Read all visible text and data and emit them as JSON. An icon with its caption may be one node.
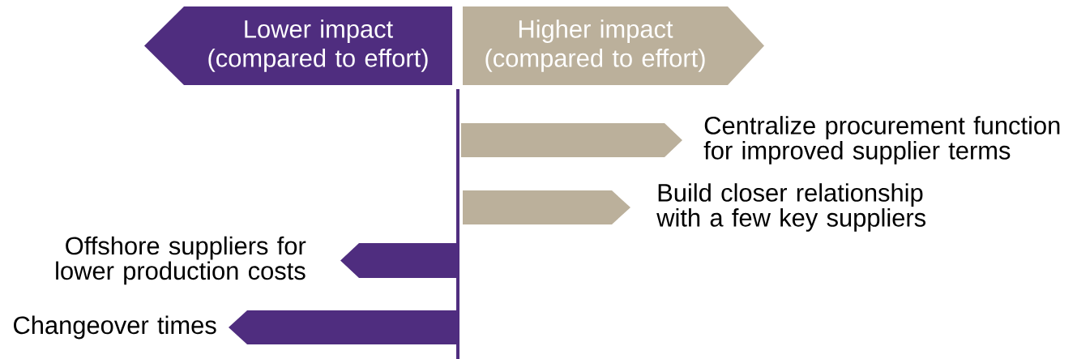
{
  "diagram": {
    "nodes": [
      {
        "text": [
          "Lower impact (compared to effort)"
        ]
      },
      {
        "text": [
          "Higher impact (compared to effort)"
        ]
      },
      {
        "text": [
          "Centralize procurement function for improved supplier terms"
        ]
      },
      {
        "text": [
          "Build closer relationship with a few key suppliers"
        ]
      },
      {
        "text": [
          "Offshore suppliers for lower production costs"
        ]
      },
      {
        "text": [
          "Changeover times"
        ]
      }
    ]
  }
}
